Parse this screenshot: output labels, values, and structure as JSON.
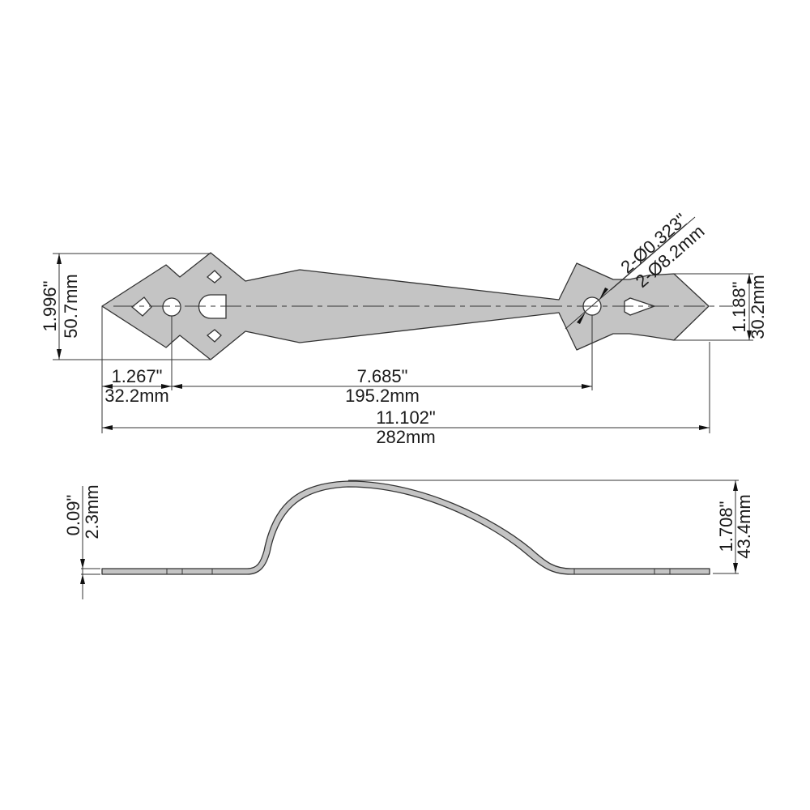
{
  "title": "Door pull handle dimension drawing",
  "colors": {
    "part_fill": "#c4c4c4",
    "outline": "#333333",
    "background": "#ffffff"
  },
  "top_view": {
    "overall_height": {
      "inch": "1.996\"",
      "mm": "50.7mm"
    },
    "end_height": {
      "inch": "1.188\"",
      "mm": "30.2mm"
    },
    "hole_diameter": {
      "inch": "2-Ø0.323\"",
      "mm": "2-Ø8.2mm"
    },
    "tip_to_hole": {
      "inch": "1.267\"",
      "mm": "32.2mm"
    },
    "hole_spacing": {
      "inch": "7.685\"",
      "mm": "195.2mm"
    },
    "overall_length": {
      "inch": "11.102\"",
      "mm": "282mm"
    }
  },
  "side_view": {
    "thickness": {
      "inch": "0.09\"",
      "mm": "2.3mm"
    },
    "overall_height": {
      "inch": "1.708\"",
      "mm": "43.4mm"
    }
  }
}
